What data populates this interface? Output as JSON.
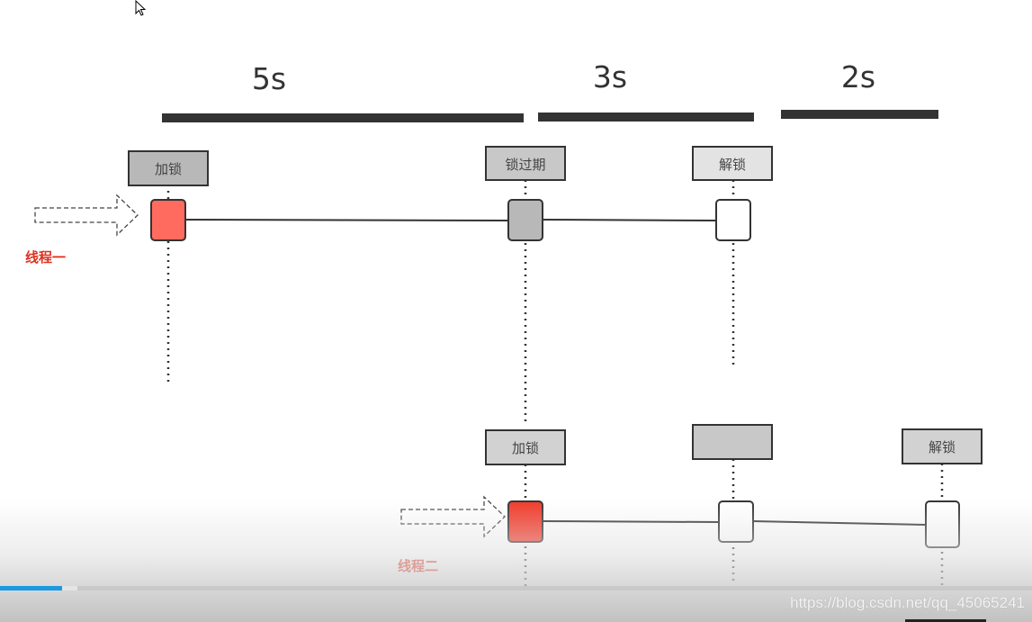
{
  "durations": [
    {
      "label": "5s"
    },
    {
      "label": "3s"
    },
    {
      "label": "2s"
    }
  ],
  "thread1": {
    "label": "线程一",
    "events": [
      {
        "label": "加锁",
        "marker": "red"
      },
      {
        "label": "锁过期",
        "marker": "gray"
      },
      {
        "label": "解锁",
        "marker": "white"
      }
    ]
  },
  "thread2": {
    "label": "线程二",
    "events": [
      {
        "label": "加锁",
        "marker": "red"
      },
      {
        "label": "",
        "marker": "white"
      },
      {
        "label": "解锁",
        "marker": "white"
      }
    ]
  },
  "colors": {
    "red_light": "#ff6b5f",
    "red_strong": "#f23a2a",
    "gray": "#b8b8b8",
    "white": "#ffffff",
    "stroke": "#333333",
    "thread_label": "#e0301e",
    "progress": "#1b9ae0"
  },
  "video": {
    "progress_fraction": 0.06,
    "watermark": "https://blog.csdn.net/qq_45065241"
  }
}
